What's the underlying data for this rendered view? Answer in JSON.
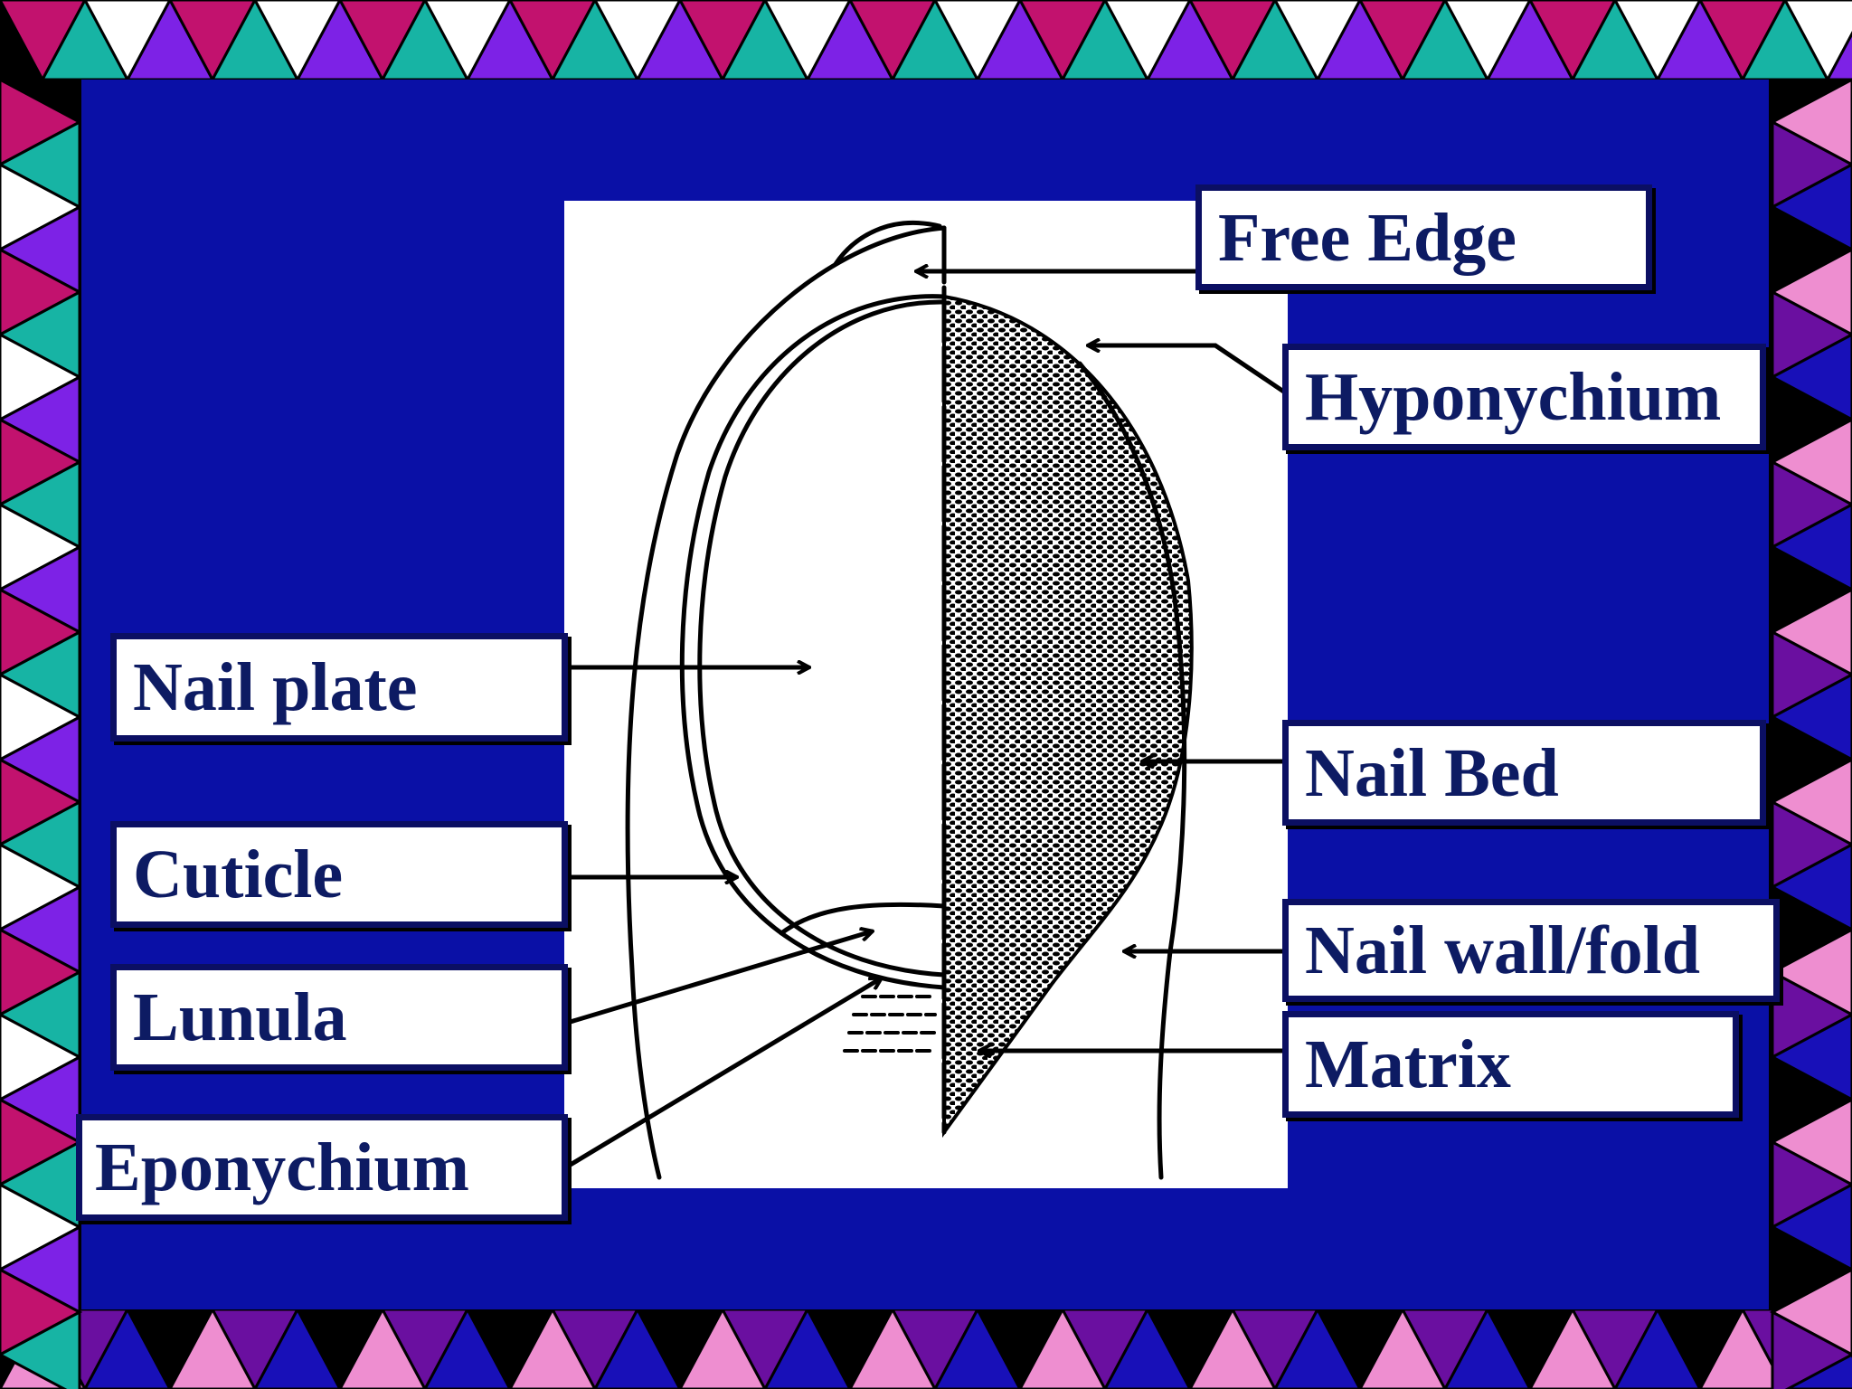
{
  "colors": {
    "panel": "#0a10a6",
    "label_text": "#0d1b63",
    "label_border": "#0b0f63",
    "border_palette": [
      "#c2126e",
      "#17b4a4",
      "#ee8ed0",
      "#6a0fa0",
      "#ffffff",
      "#7d22e6",
      "#1810b8",
      "#000000"
    ]
  },
  "labels": {
    "free_edge": "Free Edge",
    "hyponychium": "Hyponychium",
    "nail_plate": "Nail plate",
    "nail_bed": "Nail Bed",
    "cuticle": "Cuticle",
    "nail_wall_fold": "Nail wall/fold",
    "lunula": "Lunula",
    "matrix": "Matrix",
    "eponychium": "Eponychium"
  }
}
